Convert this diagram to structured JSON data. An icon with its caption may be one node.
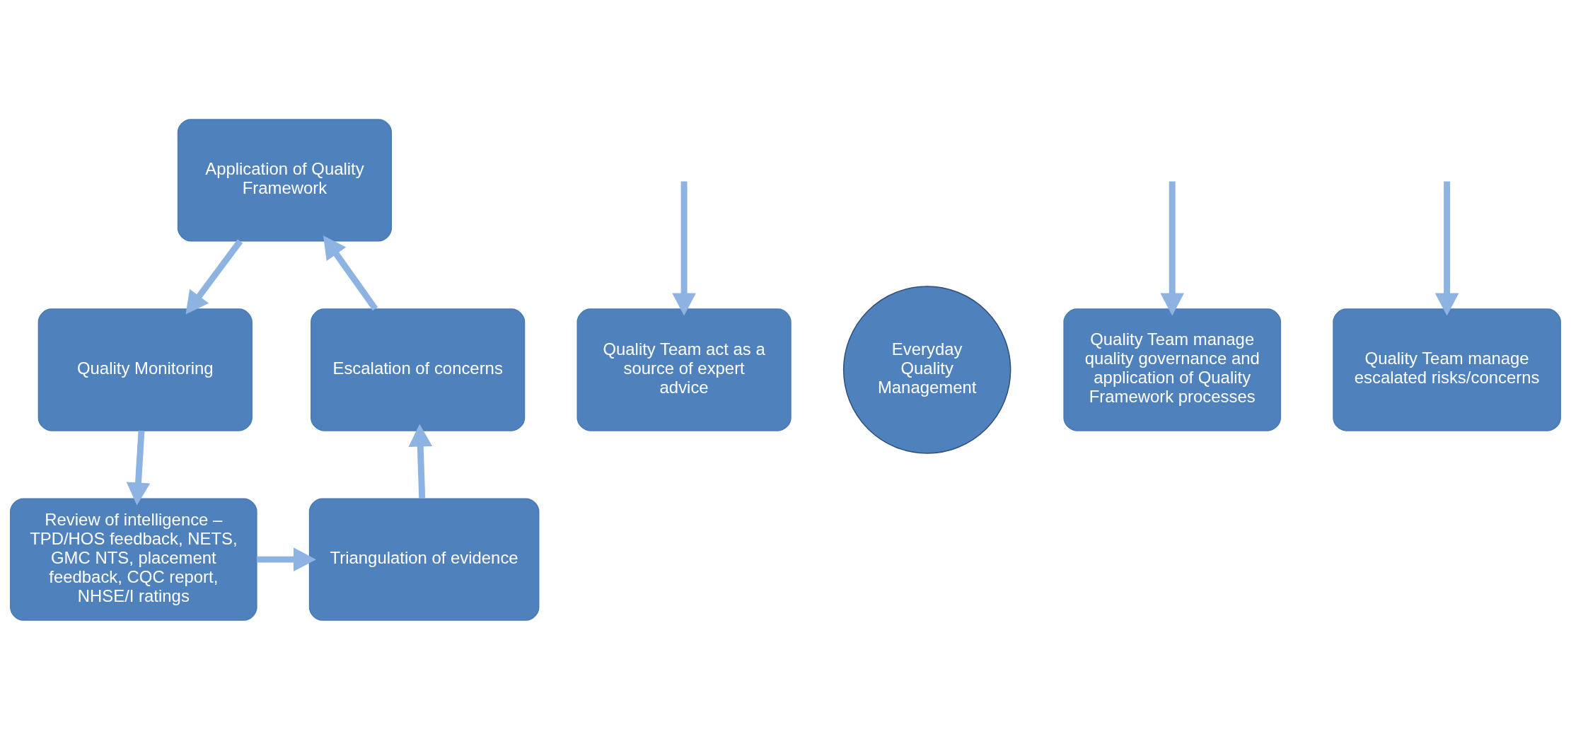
{
  "diagram": {
    "nodes": [
      {
        "text": [
          "Application of Quality Framework"
        ]
      },
      {
        "text": [
          "Quality Team act as a source of expert advice"
        ]
      },
      {
        "text": [
          "Escalation of concerns"
        ]
      },
      {
        "text": [
          "Everyday Quality Management"
        ]
      },
      {
        "text": [
          "Quality Monitoring"
        ]
      },
      {
        "text": [
          "Quality Team manage quality governance and application of Quality Framework processes"
        ]
      },
      {
        "text": [
          "Triangulation of evidence"
        ]
      },
      {
        "text": [
          "Review of intelligence – TPD/HOS feedback, NETS, GMC NTS, placement feedback, CQC report, NHSE/I ratings"
        ]
      },
      {
        "text": [
          "Quality Team manage escalated risks/concerns"
        ]
      }
    ],
    "edges": [
      {
        "from": 0,
        "to": 4,
        "arrow": "to"
      },
      {
        "from": 4,
        "to": 7,
        "arrow": "to"
      },
      {
        "from": 7,
        "to": 6,
        "arrow": "to"
      },
      {
        "from": 6,
        "to": 2,
        "arrow": "to"
      },
      {
        "from": 2,
        "to": 0,
        "arrow": "to"
      },
      {
        "from": null,
        "to": 1,
        "arrow": "to"
      },
      {
        "from": null,
        "to": 5,
        "arrow": "to"
      },
      {
        "from": null,
        "to": 8,
        "arrow": "to"
      }
    ]
  }
}
